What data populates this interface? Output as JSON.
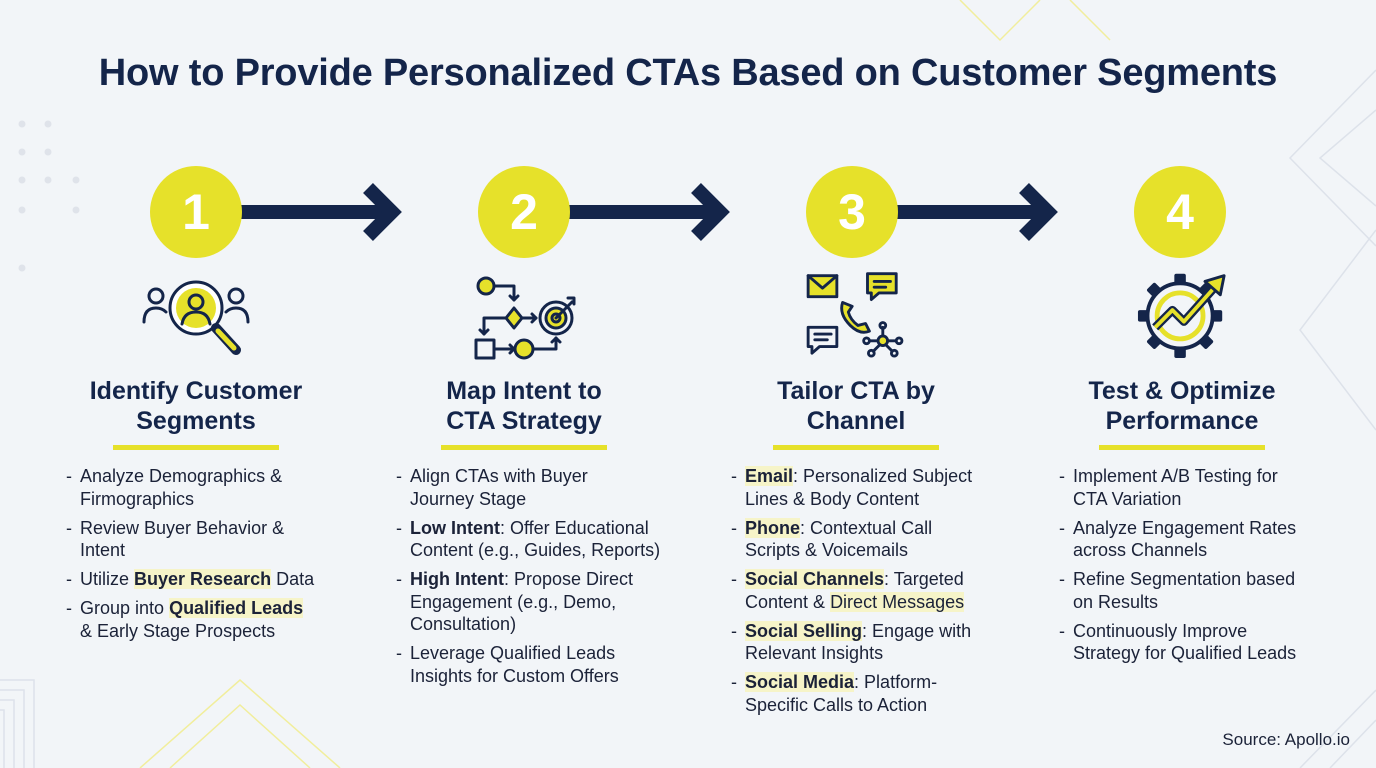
{
  "title": "How to Provide Personalized CTAs Based on Customer Segments",
  "colors": {
    "navy": "#14254a",
    "yellow": "#e6e12a",
    "highlight": "#f6f4c8",
    "background": "#f2f5f8"
  },
  "steps": [
    {
      "number": "1",
      "icon": "user-search-icon",
      "title_line1": "Identify Customer",
      "title_line2": "Segments",
      "items": [
        {
          "line1": "Analyze Demographics &",
          "line2": "Firmographics"
        },
        {
          "line1": "Review Buyer Behavior &",
          "line2": "Intent"
        },
        {
          "pre": "Utilize ",
          "highlight": "Buyer Research",
          "post": " Data"
        },
        {
          "pre": "Group into ",
          "highlight": "Qualified Leads",
          "line2": "& Early Stage Prospects"
        }
      ]
    },
    {
      "number": "2",
      "icon": "flowchart-target-icon",
      "title_line1": "Map Intent to",
      "title_line2": "CTA Strategy",
      "items": [
        {
          "line1": "Align CTAs with Buyer",
          "line2": "Journey Stage"
        },
        {
          "label": "Low Intent",
          "text1": ": Offer Educational",
          "line2": "Content (e.g., Guides, Reports)"
        },
        {
          "label": "High Intent",
          "text1": ": Propose Direct",
          "line2": "Engagement (e.g., Demo,",
          "line3": "Consultation)"
        },
        {
          "line1": "Leverage Qualified Leads",
          "line2": "Insights for Custom Offers"
        }
      ]
    },
    {
      "number": "3",
      "icon": "communication-channels-icon",
      "title_line1": "Tailor CTA by",
      "title_line2": "Channel",
      "items": [
        {
          "label": "Email",
          "text1": ": Personalized Subject",
          "line2": "Lines & Body Content"
        },
        {
          "label": "Phone",
          "text1": ": Contextual Call",
          "line2": "Scripts & Voicemails"
        },
        {
          "label": "Social Channels",
          "text1": ": Targeted",
          "line2a": "Content & ",
          "line2hl": "Direct Messages"
        },
        {
          "label": "Social Selling",
          "text1": ": Engage with",
          "line2": "Relevant Insights"
        },
        {
          "label": "Social Media",
          "text1": ": Platform-",
          "line2": "Specific Calls to Action"
        }
      ]
    },
    {
      "number": "4",
      "icon": "gear-growth-icon",
      "title_line1": "Test & Optimize",
      "title_line2": "Performance",
      "items": [
        {
          "line1": "Implement A/B Testing for",
          "line2": "CTA Variation"
        },
        {
          "line1": "Analyze Engagement Rates",
          "line2": "across Channels"
        },
        {
          "line1": "Refine Segmentation based",
          "line2": "on Results"
        },
        {
          "line1": "Continuously Improve",
          "line2": "Strategy for Qualified Leads"
        }
      ]
    }
  ],
  "source": "Source: Apollo.io"
}
